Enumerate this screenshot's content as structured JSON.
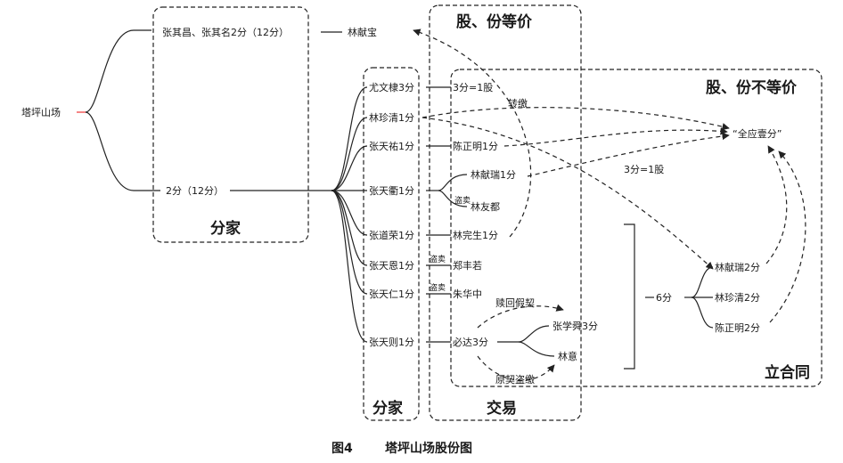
{
  "root": "塔坪山场",
  "upper_branch": "张其昌、张其名2分（12分）",
  "upper_buyer": "林献宝",
  "lower_branch": "2分（12分）",
  "zones": {
    "fenjia_left": "分家",
    "fenjia_mid": "分家",
    "equal": "股、份等价",
    "unequal": "股、份不等价",
    "trade": "交易",
    "lihetong": "立合同"
  },
  "sons": [
    "尤文棣3分",
    "林珍清1分",
    "张天祐1分",
    "张天衢1分",
    "张道荣1分",
    "张天恩1分",
    "张天仁1分",
    "张天则1分"
  ],
  "trade": {
    "gu": "3分=1股",
    "chen": "陈正明1分",
    "lin_xianrui": "林献瑞1分",
    "lin_youdu": "林友都",
    "lin_wansheng": "林完生1分",
    "zheng": "郑丰若",
    "zhu": "朱华中",
    "bida": "必达3分",
    "zhang_xueshun": "张学舜3分",
    "lin_yi": "林意",
    "sell1": "盗卖",
    "sell2": "盗卖",
    "sell3": "盗卖",
    "shuhui": "赎回假契",
    "yuanqi": "原契盗缴",
    "zhuanbin": "转缴"
  },
  "right": {
    "quanying": "“全应壹分”",
    "gu2": "3分=1股",
    "six": "6分",
    "items": [
      "林献瑞2分",
      "林珍清2分",
      "陈正明2分"
    ]
  },
  "caption_num": "图4",
  "caption_title": "塔坪山场股份图"
}
